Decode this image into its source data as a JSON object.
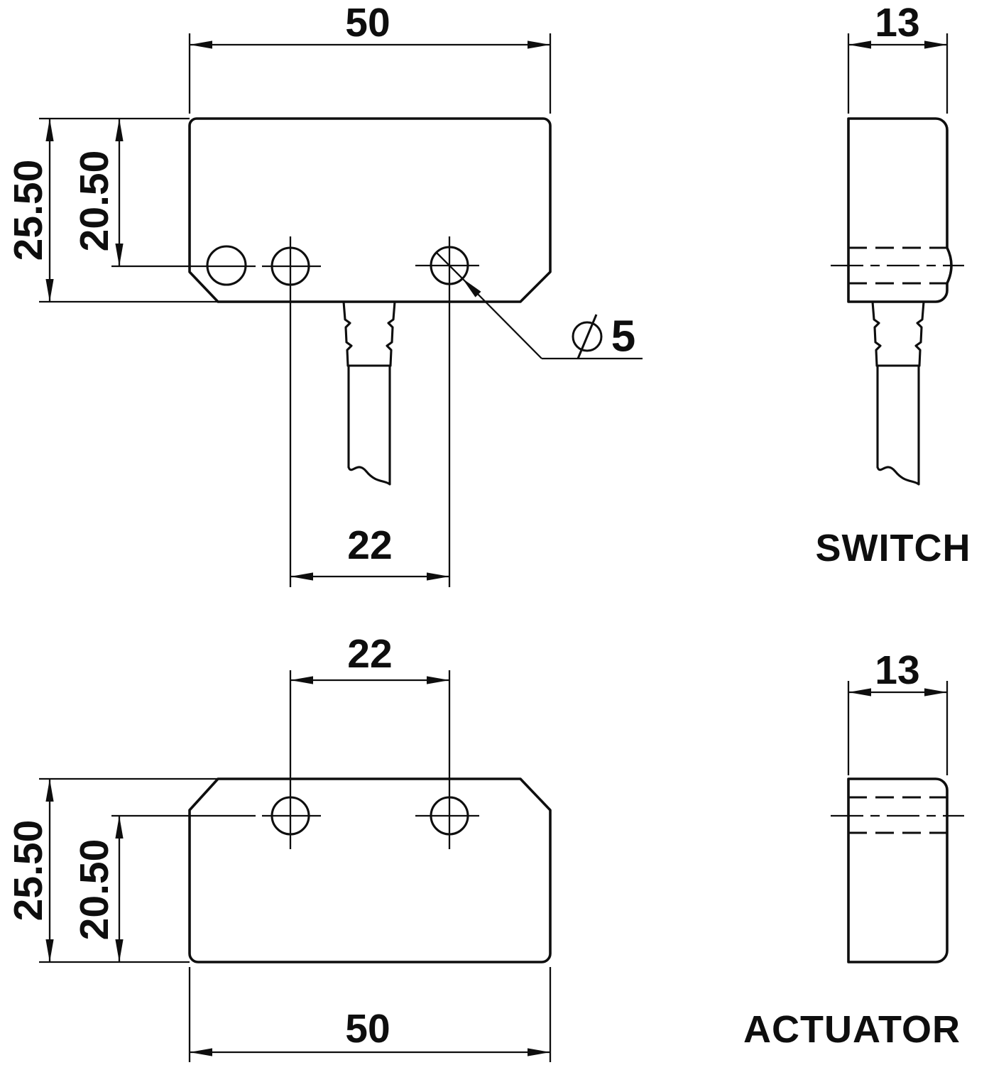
{
  "colors": {
    "ink": "#0e0e0e",
    "paper": "#ffffff"
  },
  "views": {
    "switch_front": {
      "dims": {
        "width": "50",
        "height": "25.50",
        "hole_offset": "20.50",
        "hole_spacing": "22",
        "hole_diameter": "5"
      }
    },
    "switch_side": {
      "label": "SWITCH",
      "dims": {
        "depth": "13"
      }
    },
    "actuator_front": {
      "dims": {
        "width": "50",
        "height": "25.50",
        "hole_offset": "20.50",
        "hole_spacing": "22"
      }
    },
    "actuator_side": {
      "label": "ACTUATOR",
      "dims": {
        "depth": "13"
      }
    }
  }
}
